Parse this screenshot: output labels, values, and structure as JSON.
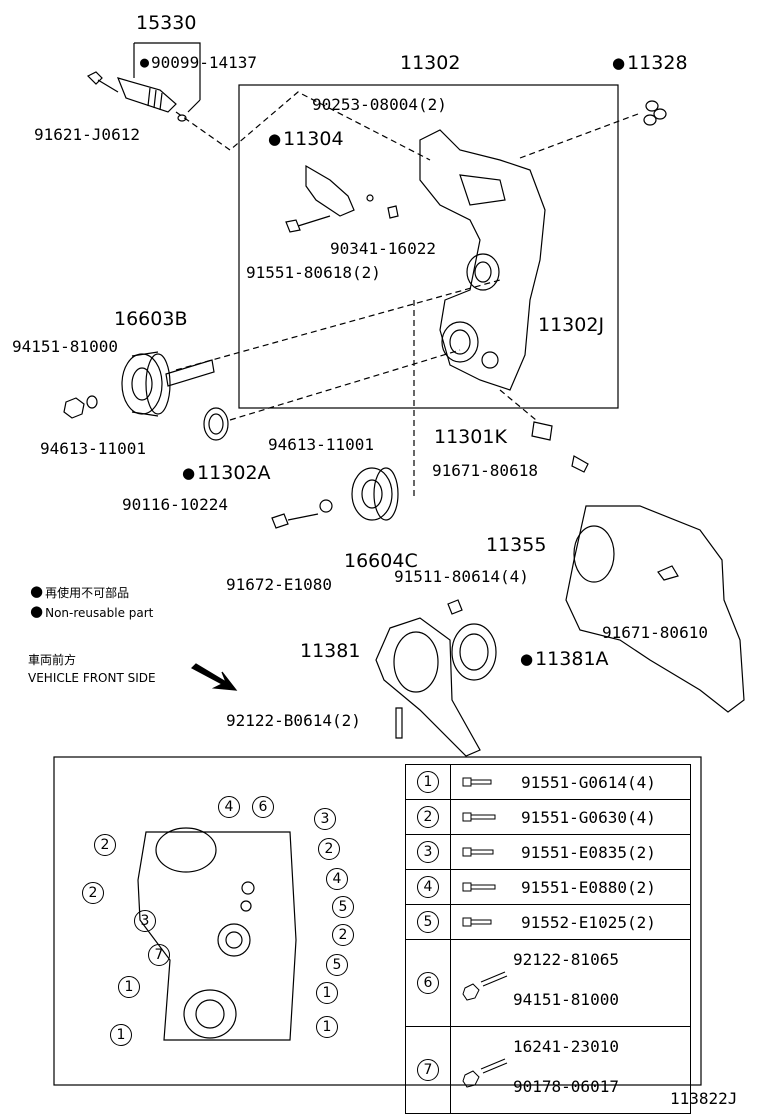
{
  "labels": {
    "p15330": "15330",
    "p90099": "90099-14137",
    "p91621": "91621-J0612",
    "p11302": "11302",
    "p11328": "11328",
    "p90253": "90253-08004(2)",
    "p11304": "11304",
    "p90341": "90341-16022",
    "p91551a": "91551-80618(2)",
    "p16603B": "16603B",
    "p94151": "94151-81000",
    "p11302J": "11302J",
    "p94613a": "94613-11001",
    "p11301K": "11301K",
    "p11302A": "11302A",
    "p91671a": "91671-80618",
    "p90116": "90116-10224",
    "p94613b": "94613-11001",
    "p91672": "91672-E1080",
    "p16604C": "16604C",
    "p11355": "11355",
    "p91511": "91511-80614(4)",
    "p91671b": "91671-80610",
    "p11381": "11381",
    "p11381A": "11381A",
    "p92122": "92122-B0614(2)"
  },
  "legend_note": {
    "jp": "再使用不可部品",
    "en": "Non-reusable part"
  },
  "direction": {
    "jp": "車両前方",
    "en": "VEHICLE FRONT SIDE"
  },
  "inset_table": [
    {
      "num": "1",
      "part": "91551-G0614(4)"
    },
    {
      "num": "2",
      "part": "91551-G0630(4)"
    },
    {
      "num": "3",
      "part": "91551-E0835(2)"
    },
    {
      "num": "4",
      "part": "91551-E0880(2)"
    },
    {
      "num": "5",
      "part": "91552-E1025(2)"
    },
    {
      "num": "6",
      "part_a": "92122-81065",
      "part_b": "94151-81000"
    },
    {
      "num": "7",
      "part_a": "16241-23010",
      "part_b": "90178-06017"
    }
  ],
  "inset_callouts": [
    "1",
    "2",
    "3",
    "4",
    "5",
    "6",
    "7"
  ],
  "figure_id": "113822J"
}
